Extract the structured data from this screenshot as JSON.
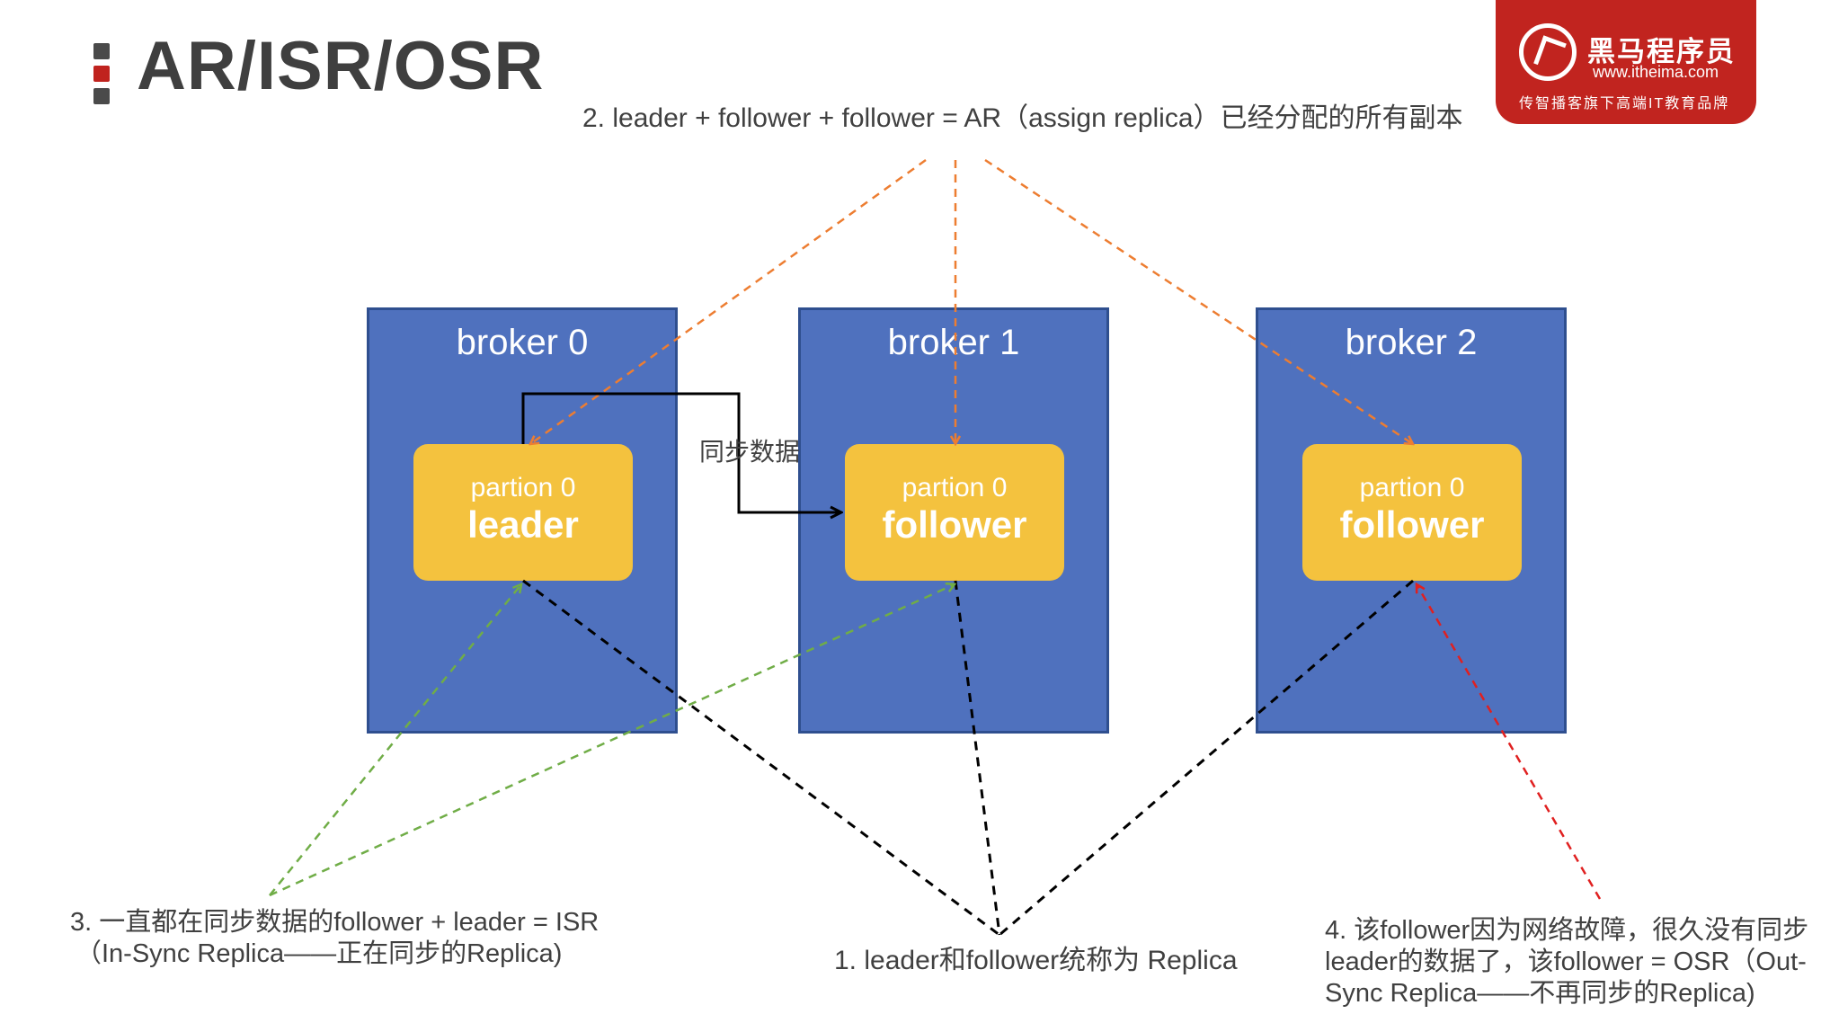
{
  "title": "AR/ISR/OSR",
  "logo": {
    "brand": "黑马程序员",
    "url": "www.itheima.com",
    "slogan": "传智播客旗下高端IT教育品牌"
  },
  "brokers": [
    {
      "name": "broker 0",
      "partition": "partion 0",
      "role": "leader"
    },
    {
      "name": "broker 1",
      "partition": "partion 0",
      "role": "follower"
    },
    {
      "name": "broker 2",
      "partition": "partion 0",
      "role": "follower"
    }
  ],
  "sync_label": "同步数据",
  "notes": {
    "ar": "2. leader + follower + follower = AR（assign replica）已经分配的所有副本",
    "replica": "1. leader和follower统称为 Replica",
    "isr_line1": "3. 一直都在同步数据的follower + leader = ISR",
    "isr_line2": "（In-Sync Replica——正在同步的Replica)",
    "osr_line1": "4. 该follower因为网络故障，很久没有同步",
    "osr_line2": "leader的数据了，该follower = OSR（Out-",
    "osr_line3": "Sync Replica——不再同步的Replica)"
  },
  "colors": {
    "broker_fill": "#4f71be",
    "partition_fill": "#f4c23e",
    "ar_arrow": "#ed7d31",
    "isr_arrow": "#70ad47",
    "osr_arrow": "#e02020",
    "replica_line": "#000000",
    "logo": "#c1241f"
  }
}
